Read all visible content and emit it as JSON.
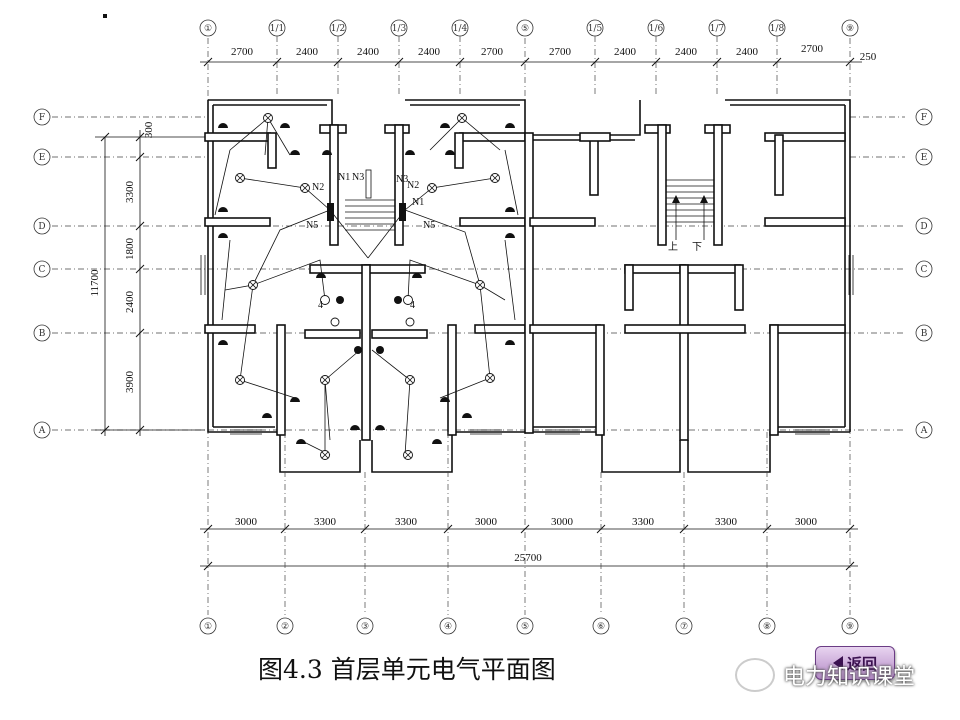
{
  "title": "图4.3  首层单元电气平面图",
  "back_button": "返回",
  "watermark": "电力知识课堂",
  "top_axes": [
    "①",
    "1/1",
    "1/2",
    "1/3",
    "1/4",
    "⑤",
    "1/5",
    "1/6",
    "1/7",
    "1/8",
    "⑨"
  ],
  "bottom_axes": [
    "①",
    "②",
    "③",
    "④",
    "⑤",
    "⑥",
    "⑦",
    "⑧",
    "⑨"
  ],
  "row_axes": [
    "F",
    "E",
    "D",
    "C",
    "B",
    "A"
  ],
  "top_dims": [
    "2700",
    "2400",
    "2400",
    "2400",
    "2700",
    "2700",
    "2400",
    "2400",
    "2400",
    "2700",
    "250"
  ],
  "bottom_dims": [
    "3000",
    "3300",
    "3300",
    "3000",
    "3000",
    "3300",
    "3300",
    "3000"
  ],
  "total_width": "25700",
  "left_dims": [
    "300",
    "3300",
    "1800",
    "2400",
    "3900"
  ],
  "total_depth": "11700",
  "panel_labels": [
    "N1",
    "N2",
    "N5",
    "N1",
    "N2",
    "N5",
    "N3",
    "N3"
  ],
  "stair_labels": [
    "上",
    "下"
  ],
  "fixture_numbers": [
    "4",
    "4"
  ]
}
